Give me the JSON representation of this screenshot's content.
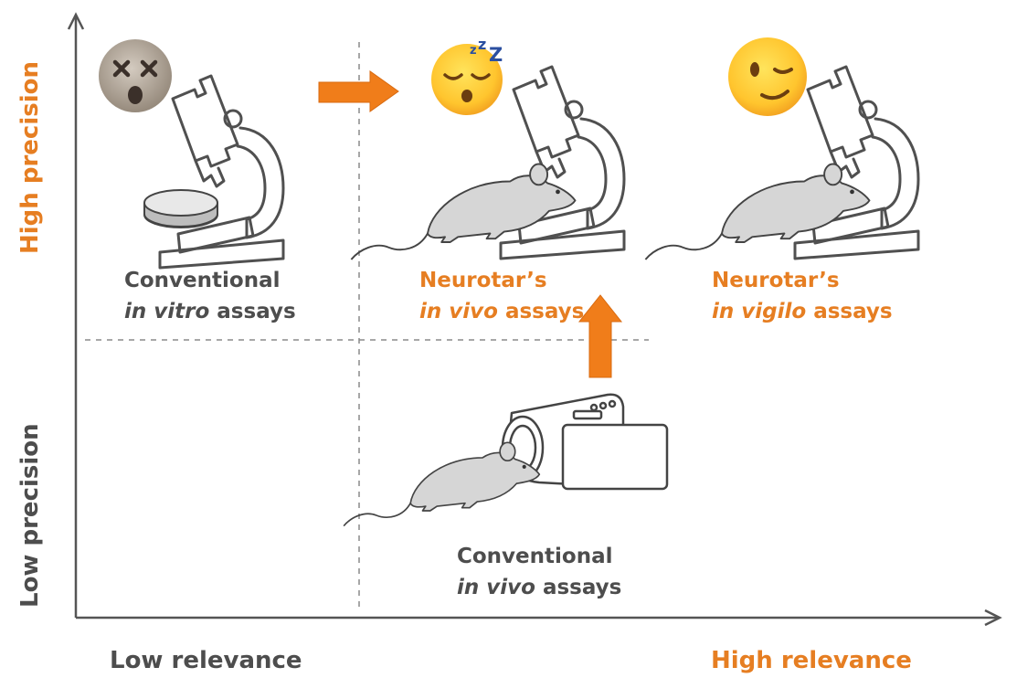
{
  "axes": {
    "y_top": "High precision",
    "y_bottom": "Low precision",
    "x_left": "Low relevance",
    "x_right": "High relevance"
  },
  "quadrants": {
    "invitro": {
      "line1": "Conventional",
      "italic": "in vitro",
      "rest": " assays"
    },
    "neuro_vivo": {
      "line1": "Neurotar’s",
      "italic": "in vivo",
      "rest": " assays"
    },
    "neuro_vigilo": {
      "line1": "Neurotar’s",
      "italic": "in vigilo",
      "rest": " assays"
    },
    "conv_vivo": {
      "line1": "Conventional",
      "italic": "in vivo",
      "rest": " assays"
    }
  },
  "colors": {
    "orange": "#e67e22",
    "arrow": "#f07d1a",
    "text": "#4d4d4d",
    "axis": "#555555"
  },
  "icons": [
    "dizzy-face-emoji-icon",
    "sleeping-face-emoji-icon",
    "winking-face-emoji-icon",
    "microscope-icon",
    "mouse-icon",
    "video-camera-icon",
    "petri-dish-icon"
  ]
}
